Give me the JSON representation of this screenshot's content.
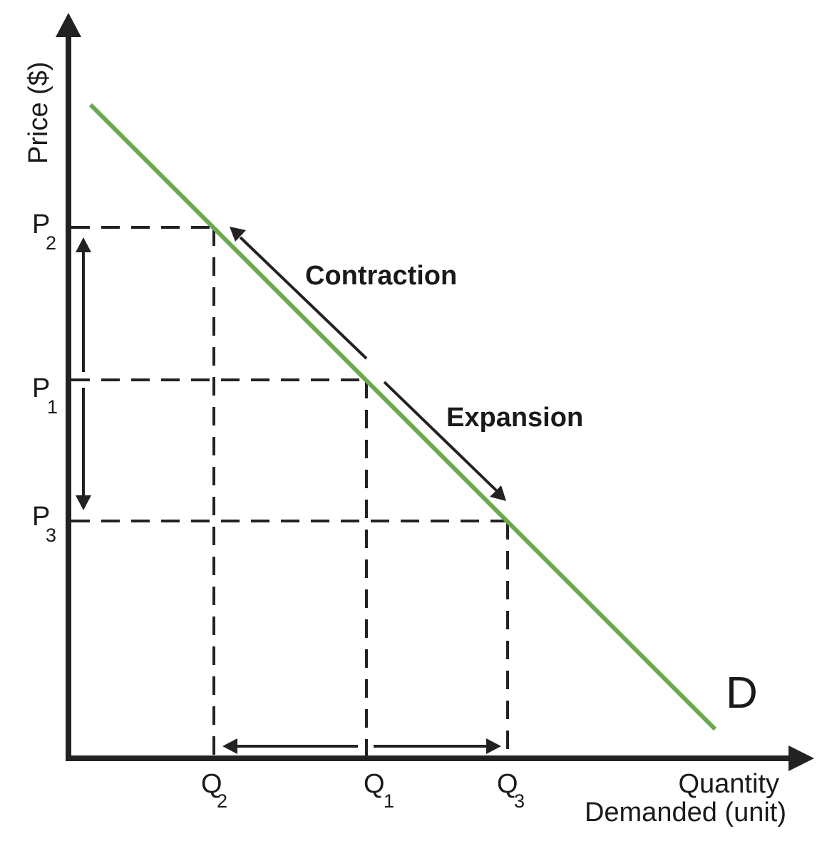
{
  "axes": {
    "y_label": "Price ($)",
    "x_label_line1": "Quantity",
    "x_label_line2": "Demanded (unit)"
  },
  "curve": {
    "label": "D",
    "color": "#6aa84f"
  },
  "price_ticks": {
    "p2": {
      "main": "P",
      "sub": "2"
    },
    "p1": {
      "main": "P",
      "sub": "1"
    },
    "p3": {
      "main": "P",
      "sub": "3"
    }
  },
  "quantity_ticks": {
    "q2": {
      "main": "Q",
      "sub": "2"
    },
    "q1": {
      "main": "Q",
      "sub": "1"
    },
    "q3": {
      "main": "Q",
      "sub": "3"
    }
  },
  "movements": {
    "contraction": "Contraction",
    "expansion": "Expansion"
  },
  "colors": {
    "axis": "#222222",
    "demand_curve": "#6aa84f"
  }
}
